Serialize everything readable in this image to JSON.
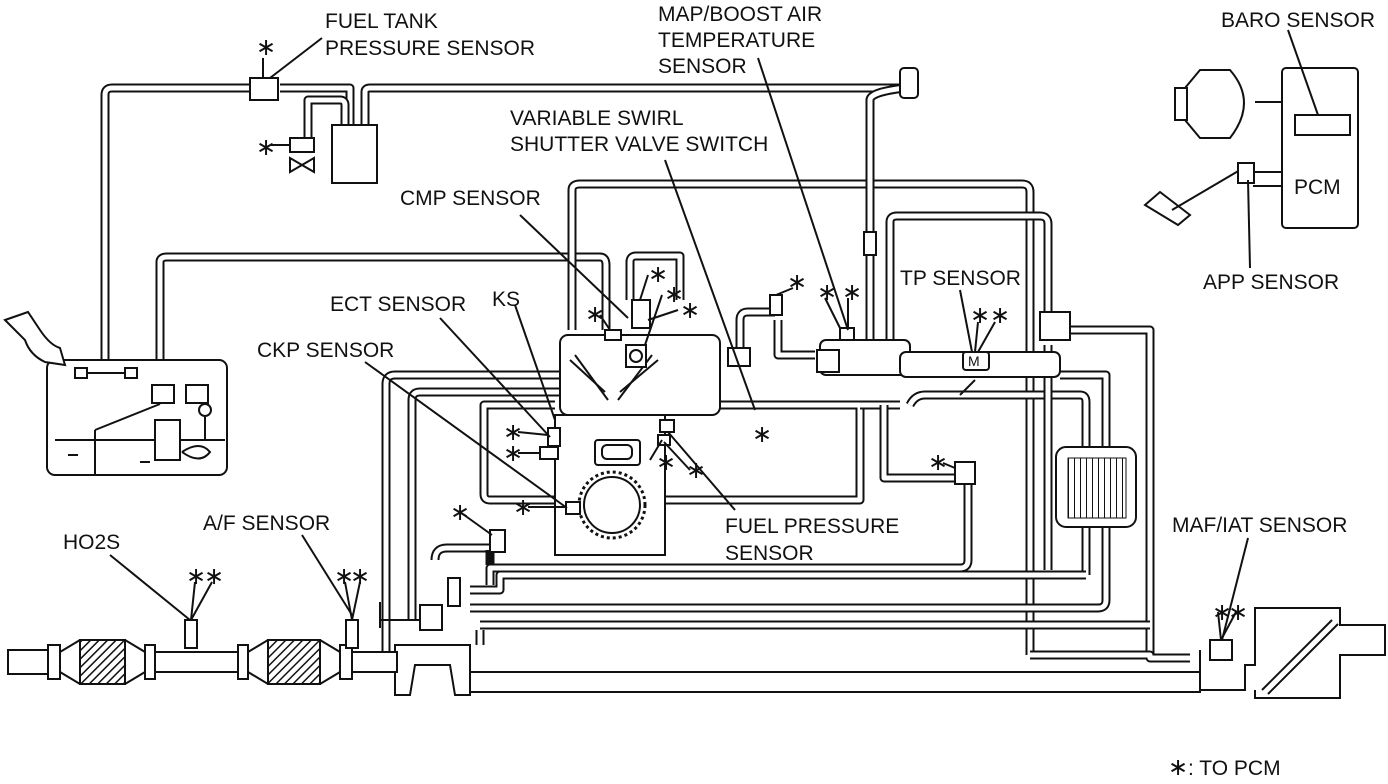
{
  "labels": {
    "fuel_tank_pressure_sensor": [
      "FUEL TANK",
      "PRESSURE SENSOR"
    ],
    "map_boost_air_temperature_sensor": [
      "MAP/BOOST AIR",
      "TEMPERATURE",
      "SENSOR"
    ],
    "baro_sensor": "BARO SENSOR",
    "pcm": "PCM",
    "variable_swirl_shutter_valve_switch": [
      "VARIABLE SWIRL",
      "SHUTTER VALVE SWITCH"
    ],
    "cmp_sensor": "CMP SENSOR",
    "tp_sensor": "TP SENSOR",
    "app_sensor": "APP SENSOR",
    "ect_sensor": "ECT SENSOR",
    "ks": "KS",
    "ckp_sensor": "CKP SENSOR",
    "fuel_pressure_sensor": [
      "FUEL PRESSURE",
      "SENSOR"
    ],
    "a_f_sensor": "A/F SENSOR",
    "ho2s": "HO2S",
    "maf_iat_sensor": "MAF/IAT SENSOR",
    "throttle_motor": "M"
  },
  "legend": {
    "symbol": "∗",
    "text": ": TO PCM"
  },
  "marker": "∗"
}
